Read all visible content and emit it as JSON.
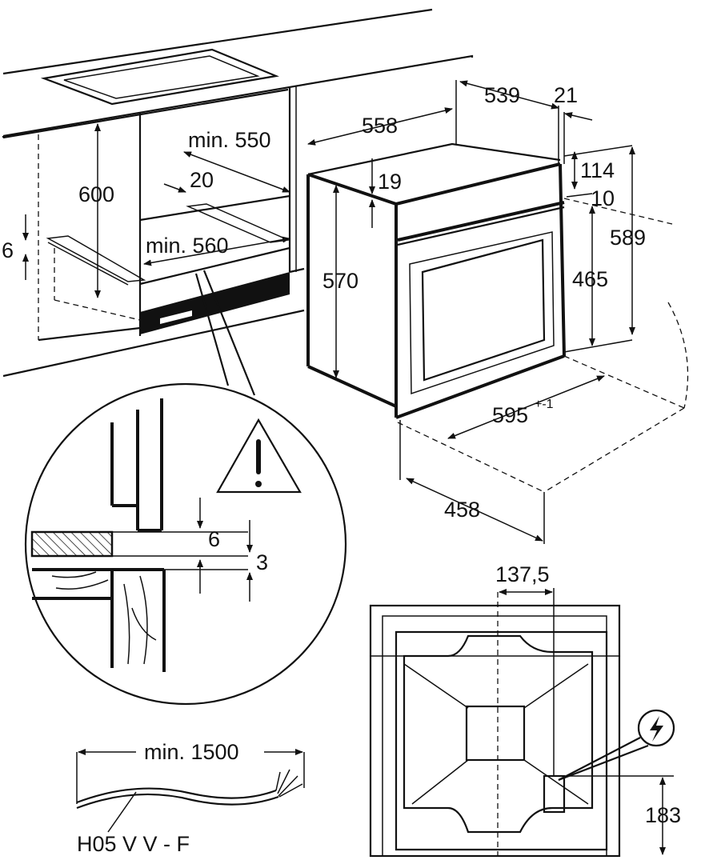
{
  "dimensions": {
    "cabinet_height": "600",
    "min_depth": "min. 550",
    "side_gap": "20",
    "min_width": "min. 560",
    "plinth": "6",
    "oven_depth_558": "558",
    "oven_depth_539": "539",
    "front_21": "21",
    "top_19": "19",
    "top_114": "114",
    "top_10": "10",
    "oven_body_height": "570",
    "door_465": "465",
    "total_589": "589",
    "width_595": "595",
    "tolerance": "+-1",
    "bottom_458": "458",
    "detail_6": "6",
    "detail_3": "3",
    "socket_offset": "137,5",
    "socket_height": "183",
    "cable_length": "min. 1500",
    "cable_type": "H05 V V - F"
  },
  "icons": [
    "warning-icon",
    "electric-icon"
  ]
}
